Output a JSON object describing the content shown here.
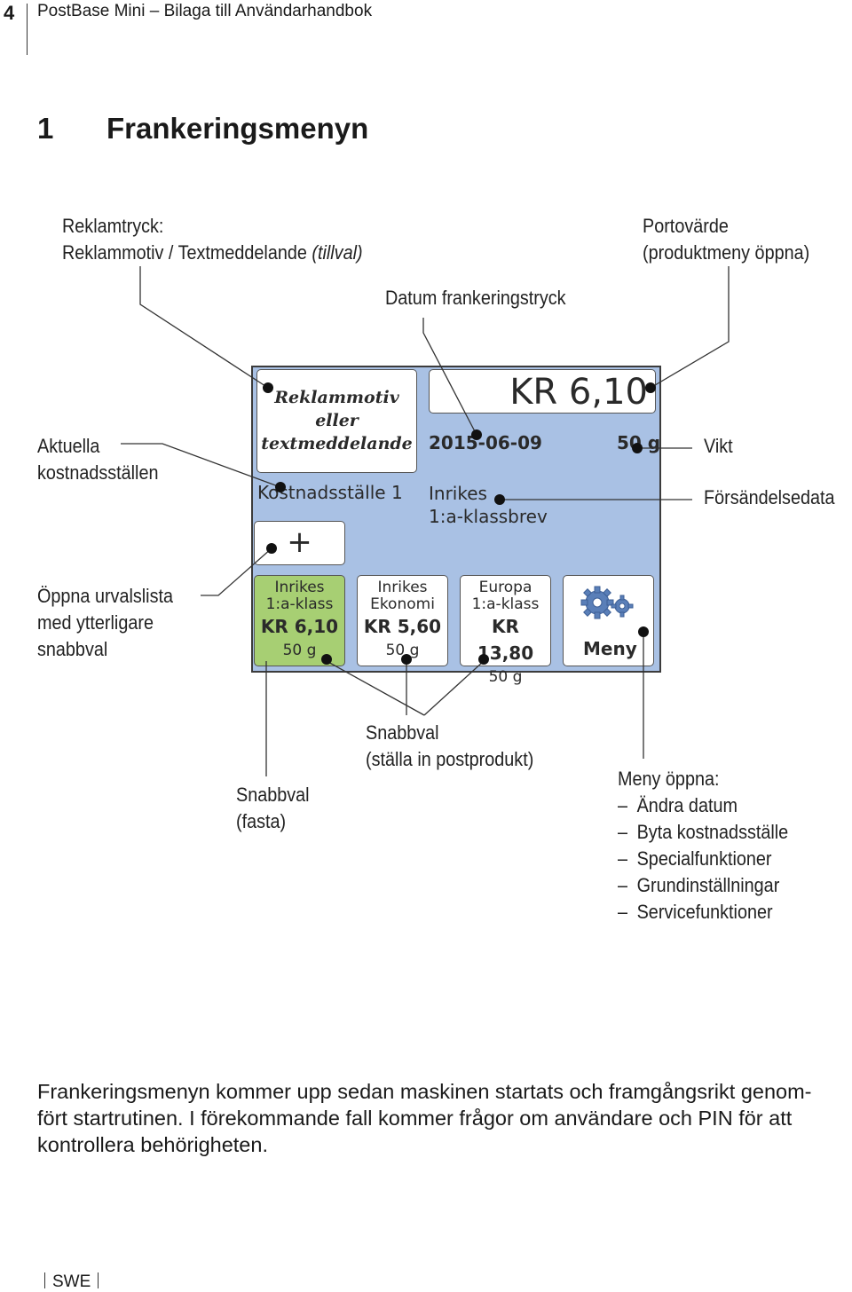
{
  "header": {
    "page_number": "4",
    "title": "PostBase Mini – Bilaga till Användarhandbok"
  },
  "section": {
    "number": "1",
    "title": "Frankeringsmenyn"
  },
  "callouts": {
    "ad_print": {
      "line1": "Reklamtryck:",
      "line2_plain": "Reklammotiv / Textmeddelande ",
      "line2_italic": "(tillval)"
    },
    "postage_value": {
      "line1": "Portovärde",
      "line2": "(produktmeny öppna)"
    },
    "date": "Datum frankeringstryck",
    "cost_centers": {
      "line1": "Aktuella",
      "line2": "kostnadsställen"
    },
    "weight": "Vikt",
    "shipment_data": "Försändelsedata",
    "open_list": {
      "line1": "Öppna urvalslista",
      "line2": "med ytterligare",
      "line3": "snabbval"
    },
    "quick_fixed": {
      "line1": "Snabbval",
      "line2": "(fasta)"
    },
    "quick_set": {
      "line1": "Snabbval",
      "line2": "(ställa in postprodukt)"
    },
    "menu_open": {
      "title": "Meny öppna:",
      "items": [
        "Ändra datum",
        "Byta kostnadsställe",
        "Specialfunktioner",
        "Grundinställningar",
        "Servicefunktioner"
      ]
    }
  },
  "screen": {
    "ad_text": {
      "line1": "Reklammotiv",
      "line2": "eller",
      "line3": "textmeddelande"
    },
    "postage_value": "KR 6,10",
    "date": "2015-06-09",
    "weight": "50 g",
    "cost_center": "Kostnadsställe 1",
    "shipment": {
      "line1": "Inrikes",
      "line2": "1:a-klassbrev"
    },
    "plus": "+",
    "quick_buttons": [
      {
        "line1": "Inrikes",
        "line2": "1:a-klass",
        "price": "KR 6,10",
        "weight": "50 g",
        "active": true
      },
      {
        "line1": "Inrikes",
        "line2": "Ekonomi",
        "price": "KR 5,60",
        "weight": "50 g",
        "active": false
      },
      {
        "line1": "Europa",
        "line2": "1:a-klass",
        "price": "KR 13,80",
        "weight": "50 g",
        "active": false
      }
    ],
    "menu_label": "Meny",
    "colors": {
      "screen_bg": "#a9c1e4",
      "active_button": "#a7cf73"
    }
  },
  "body_text": {
    "line1": "Frankeringsmenyn kommer upp sedan maskinen startats och framgångsrikt genom-",
    "line2": "fört startrutinen. I förekommande fall kommer frågor om användare och PIN för att",
    "line3": "kontrollera behörigheten."
  },
  "footer": {
    "label": "SWE"
  }
}
